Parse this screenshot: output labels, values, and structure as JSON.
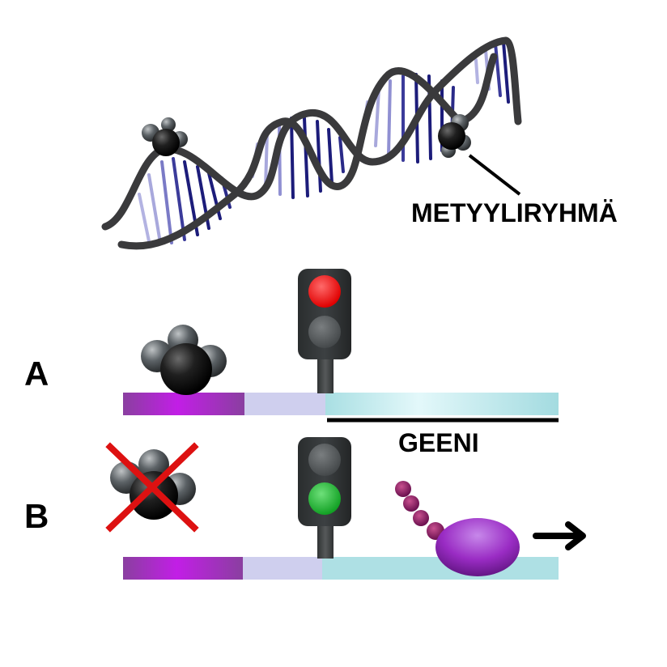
{
  "labels": {
    "methyl_group": "METYYLIRYHMÄ",
    "gene": "GEENI",
    "row_a": "A",
    "row_b": "B"
  },
  "colors": {
    "dna_backbone": "#3a3a3c",
    "dna_rung_dark": "#1c1c7a",
    "dna_rung_light": "#a8a8dc",
    "methyl_core": "#0a0a0a",
    "methyl_lobe": "#5c6266",
    "promoter_purple": "#8a3fa0",
    "promoter_magenta": "#c21ee6",
    "promoter_lavender": "#cfcfee",
    "gene_cyan": "#aee0e4",
    "light_red": "#ff1a1a",
    "light_green": "#1fb52f",
    "light_off": "#5a5e60",
    "cross_red": "#dd1111",
    "polymerase": "#9a2cc4",
    "rna_chain": "#8a1a6a"
  },
  "icons": {
    "traffic_light_a": "traffic-light-red-icon",
    "traffic_light_b": "traffic-light-green-icon",
    "cross": "cross-icon",
    "arrow": "arrow-right-icon"
  }
}
